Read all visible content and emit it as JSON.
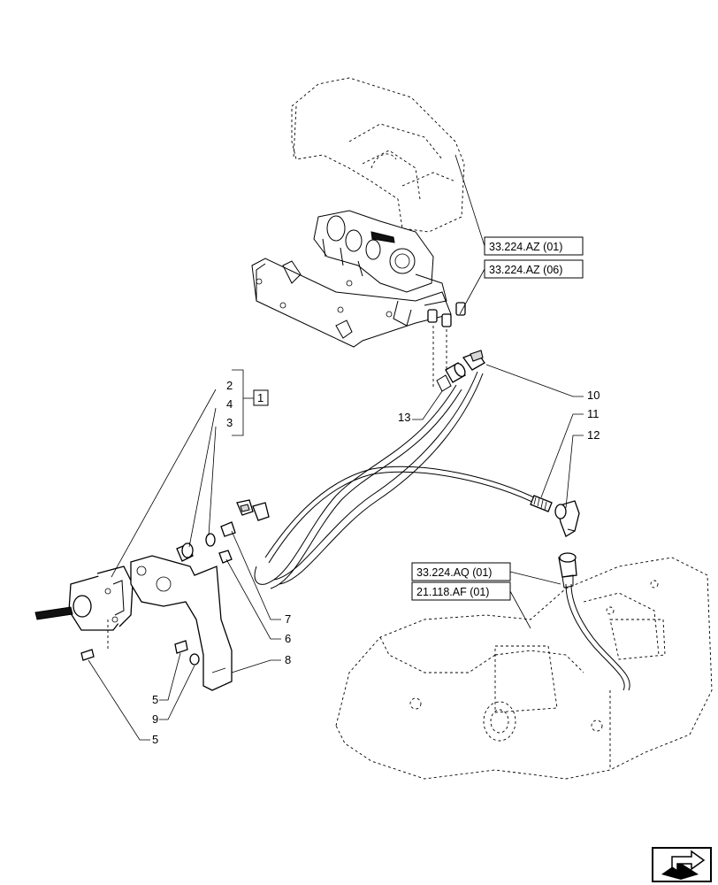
{
  "refs": {
    "r1": "33.224.AZ (01)",
    "r2": "33.224.AZ (06)",
    "r3": "33.224.AQ (01)",
    "r4": "21.118.AF (01)"
  },
  "callouts": {
    "c2": "2",
    "c4": "4",
    "c3": "3",
    "kit": "1",
    "c13": "13",
    "c10": "10",
    "c11": "11",
    "c12": "12",
    "c7": "7",
    "c6": "6",
    "c8": "8",
    "c5a": "5",
    "c9": "9",
    "c5b": "5"
  },
  "nav": {
    "icon": "next-page-arrow-icon"
  }
}
